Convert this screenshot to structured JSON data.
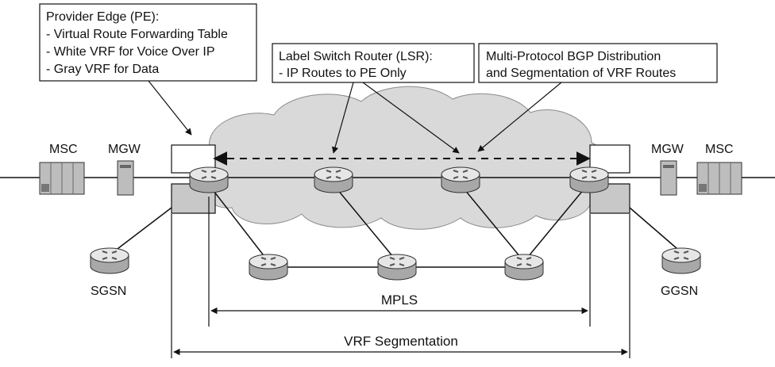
{
  "callouts": {
    "pe": {
      "lines": [
        "Provider Edge (PE):",
        "- Virtual Route Forwarding Table",
        "- White VRF for Voice Over IP",
        "- Gray VRF for Data"
      ]
    },
    "lsr": {
      "lines": [
        "Label Switch Router (LSR):",
        "- IP Routes to PE Only"
      ]
    },
    "bgp": {
      "lines": [
        "Multi-Protocol BGP Distribution",
        "and Segmentation of VRF Routes"
      ]
    }
  },
  "devices": {
    "msc_left": "MSC",
    "mgw_left": "MGW",
    "mgw_right": "MGW",
    "msc_right": "MSC",
    "sgsn": "SGSN",
    "ggsn": "GGSN"
  },
  "dimensions": {
    "mpls": "MPLS",
    "vrf_segmentation": "VRF Segmentation"
  },
  "colors": {
    "cloud": "#d9d9d9",
    "vrf_band": "#c8c8c8",
    "router_top": "#e6e6e6",
    "router_side": "#a8a8a8",
    "line": "#111111"
  },
  "icons": [
    "router-icon",
    "msc-switch-icon",
    "mgw-server-icon"
  ]
}
